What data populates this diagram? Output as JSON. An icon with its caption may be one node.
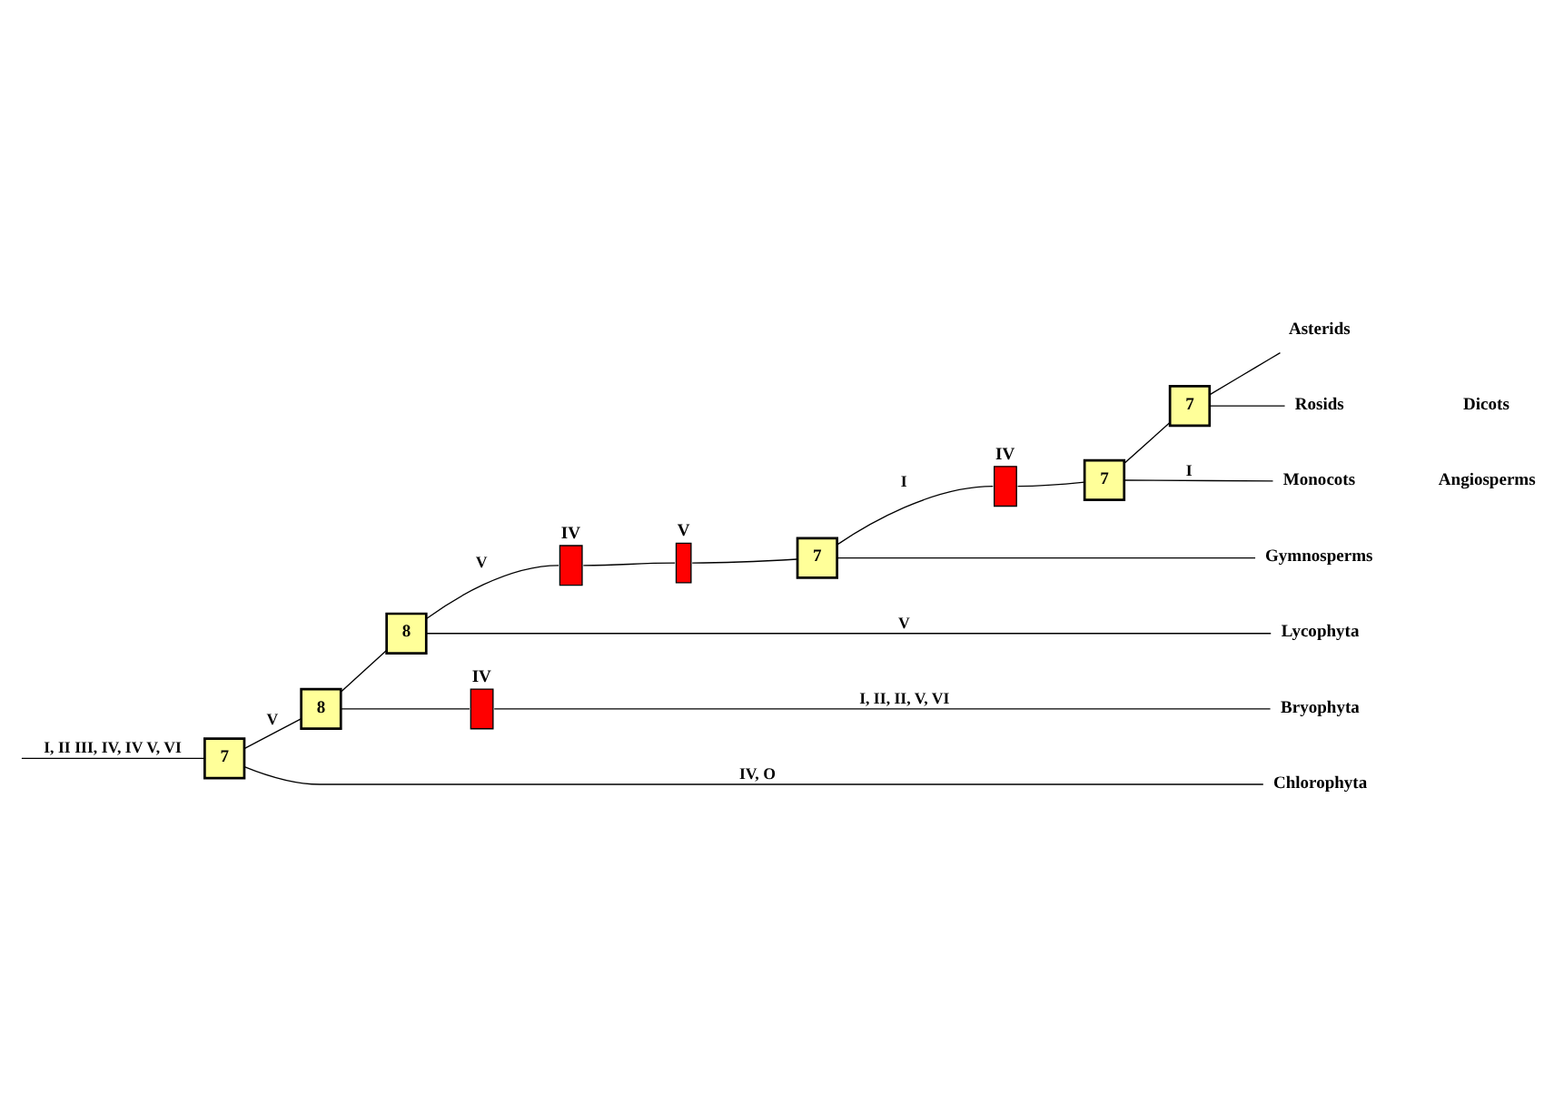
{
  "diagram": {
    "nodes": [
      {
        "text": [
          "7"
        ]
      },
      {
        "text": [
          "8"
        ]
      },
      {
        "text": [
          "8"
        ]
      },
      {
        "text": [
          "7"
        ]
      },
      {
        "text": [
          "7"
        ]
      },
      {
        "text": [
          "7"
        ]
      },
      {
        "text": [
          "IV"
        ]
      },
      {
        "text": [
          "IV"
        ]
      },
      {
        "text": [
          "V"
        ]
      },
      {
        "text": [
          "IV"
        ]
      },
      {
        "text": [
          "Asterids"
        ]
      },
      {
        "text": [
          "Rosids"
        ]
      },
      {
        "text": [
          "Monocots"
        ]
      },
      {
        "text": [
          "Gymnosperms"
        ]
      },
      {
        "text": [
          "Lycophyta"
        ]
      },
      {
        "text": [
          "Bryophyta"
        ]
      },
      {
        "text": [
          "Chlorophyta"
        ]
      }
    ],
    "edges": [
      {
        "from": null,
        "to": 0,
        "arrow": "none",
        "label": "I, II III, IV, IV V, VI"
      },
      {
        "from": 0,
        "to": 1,
        "arrow": "none",
        "label": "V"
      },
      {
        "from": 0,
        "to": 16,
        "arrow": "none",
        "label": "IV, O"
      },
      {
        "from": 1,
        "to": 2,
        "arrow": "none"
      },
      {
        "from": 1,
        "to": 9,
        "arrow": "none"
      },
      {
        "from": 9,
        "to": 15,
        "arrow": "none",
        "label": "I, II, II, V, VI"
      },
      {
        "from": 2,
        "to": 7,
        "arrow": "none",
        "label": "V"
      },
      {
        "from": 7,
        "to": 8,
        "arrow": "none"
      },
      {
        "from": 8,
        "to": 3,
        "arrow": "none"
      },
      {
        "from": 2,
        "to": 14,
        "arrow": "none",
        "label": "V"
      },
      {
        "from": 3,
        "to": 6,
        "arrow": "none",
        "label": "I"
      },
      {
        "from": 6,
        "to": 4,
        "arrow": "none"
      },
      {
        "from": 3,
        "to": 13,
        "arrow": "none"
      },
      {
        "from": 4,
        "to": 5,
        "arrow": "none"
      },
      {
        "from": 4,
        "to": 12,
        "arrow": "none",
        "label": "I"
      },
      {
        "from": 5,
        "to": 10,
        "arrow": "none"
      },
      {
        "from": 5,
        "to": 11,
        "arrow": "none"
      }
    ],
    "labels": [
      "Dicots",
      "Angiosperms"
    ]
  }
}
